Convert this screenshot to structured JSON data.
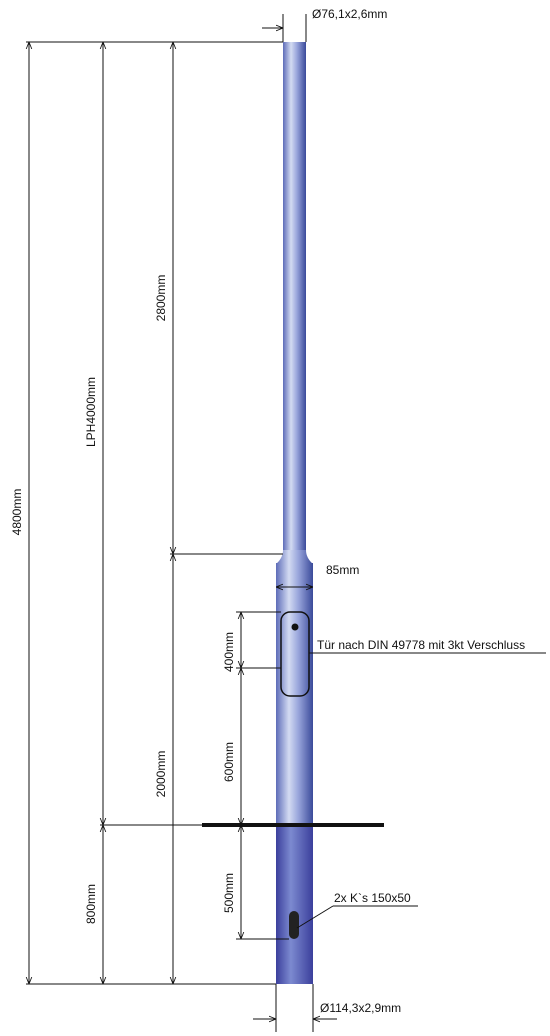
{
  "labels": {
    "top_diameter": "Ø76,1x2,6mm",
    "total_height": "4800mm",
    "lph": "LPH4000mm",
    "upper_length": "2800mm",
    "lower_length": "2000mm",
    "buried_length": "800mm",
    "shaft_width": "85mm",
    "door_height": "400mm",
    "door_offset": "600mm",
    "door_note": "Tür nach DIN 49778 mit 3kt Verschluss",
    "cable_offset": "500mm",
    "cable_note": "2x K`s 150x50",
    "bottom_diameter": "Ø114,3x2,9mm"
  },
  "colors": {
    "pole_light": "#c9d3ee",
    "pole_mid": "#7f8fcf",
    "pole_dark": "#3a4a9a",
    "buried_light": "#7c8ad0",
    "buried_dark": "#3b3f9c",
    "ground": "#111111",
    "dimension": "#111111"
  }
}
